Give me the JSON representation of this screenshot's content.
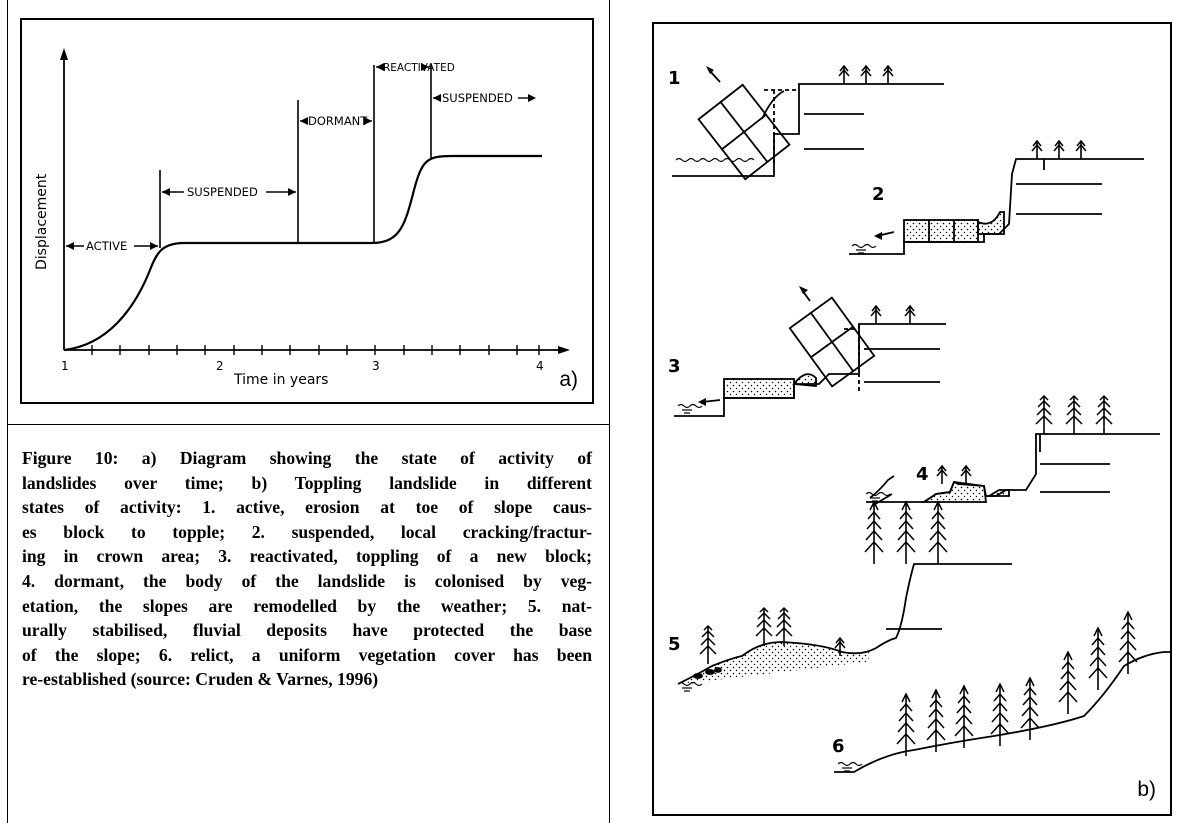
{
  "panel_a": {
    "corner_label": "a)",
    "y_axis_label": "Displacement",
    "x_axis_label": "Time in years",
    "x_ticks": [
      "1",
      "2",
      "3",
      "4"
    ],
    "states": [
      "ACTIVE",
      "SUSPENDED",
      "DORMANT",
      "REACTIVATED",
      "SUSPENDED"
    ]
  },
  "caption": {
    "lines": [
      "Figure 10: a) Diagram showing the state of activity of",
      "landslides over time; b) Toppling landslide in different",
      "states of activity: 1. active, erosion at toe of slope caus-",
      "es block to topple; 2. suspended, local cracking/fractur-",
      "ing in crown area; 3. reactivated, toppling of a new block;",
      "4. dormant, the body of the landslide is colonised by veg-",
      "etation, the slopes are remodelled by the weather; 5. nat-",
      "urally stabilised, fluvial deposits have protected the base",
      "of the slope; 6. relict, a uniform vegetation cover has been",
      "re-established (source: Cruden & Varnes, 1996)"
    ]
  },
  "panel_b": {
    "corner_label": "b)",
    "stage_numbers": [
      "1",
      "2",
      "3",
      "4",
      "5",
      "6"
    ]
  }
}
